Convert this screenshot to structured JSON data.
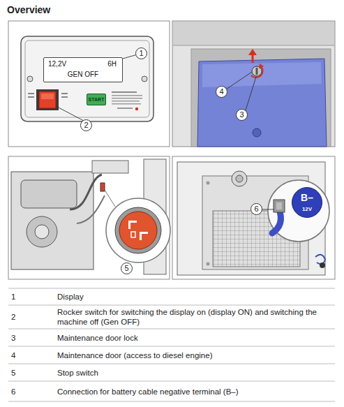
{
  "diagram": {
    "title": "Overview",
    "nodes": [
      {
        "text": [
          "12,2V",
          "6H",
          "GEN OFF"
        ]
      },
      {
        "text": [
          "START"
        ]
      },
      {
        "text": [
          "1"
        ]
      },
      {
        "text": [
          "2"
        ]
      },
      {
        "text": [
          "4"
        ]
      },
      {
        "text": [
          "3"
        ]
      },
      {
        "text": [
          "5"
        ]
      },
      {
        "text": [
          "B–",
          "12V"
        ]
      },
      {
        "text": [
          "6"
        ]
      }
    ],
    "edges": [
      {
        "from": 2,
        "to": 0,
        "arrow": "none"
      }
    ],
    "labels": [
      "1",
      "Display",
      "2",
      "Rocker switch for switching the display on (display ON) and switching the machine off (Gen OFF)",
      "3",
      "Maintenance door lock",
      "4",
      "Maintenance door (access to diesel engine)",
      "5",
      "Stop switch",
      "6",
      "Connection for battery cable negative terminal (B–)"
    ]
  }
}
